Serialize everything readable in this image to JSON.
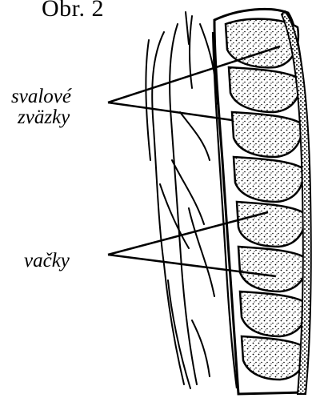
{
  "figure": {
    "title": "Obr. 2",
    "labels": {
      "muscle_bands_line1": "svalové",
      "muscle_bands_line2": "zväzky",
      "pouches": "vačky"
    }
  }
}
